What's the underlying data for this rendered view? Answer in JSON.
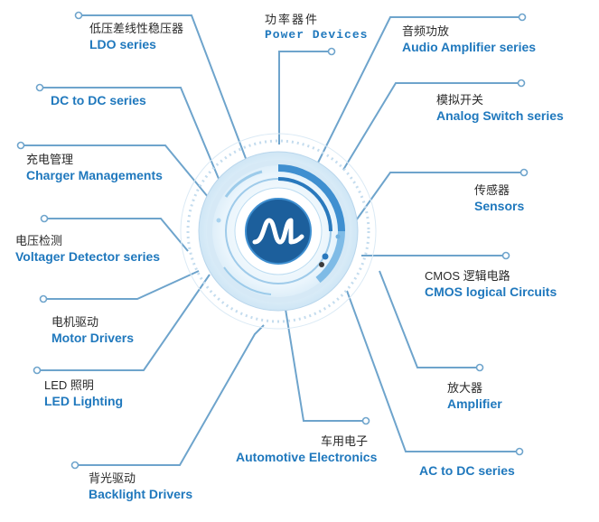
{
  "center": {
    "logo_icon": "waveform-logo-icon"
  },
  "colors": {
    "line": "#6ea4cc",
    "text_en": "#1f78bd",
    "text_cn": "#2a2a2a",
    "hub_dark": "#1c5f9c",
    "hub_light": "#a9d3ef"
  },
  "categories": [
    {
      "id": "ldo",
      "cn": "低压差线性稳压器",
      "en": "LDO series"
    },
    {
      "id": "power",
      "cn": "功率器件",
      "en": "Power Devices"
    },
    {
      "id": "audio",
      "cn": "音频功放",
      "en": "Audio Amplifier series"
    },
    {
      "id": "dcdc",
      "cn": "",
      "en": "DC to DC series"
    },
    {
      "id": "switch",
      "cn": "模拟开关",
      "en": "Analog Switch series"
    },
    {
      "id": "charger",
      "cn": "充电管理",
      "en": "Charger Managements"
    },
    {
      "id": "sensors",
      "cn": "传感器",
      "en": "Sensors"
    },
    {
      "id": "detector",
      "cn": "电压检测",
      "en": "Voltager Detector series"
    },
    {
      "id": "cmos",
      "cn": "CMOS 逻辑电路",
      "en": "CMOS logical Circuits"
    },
    {
      "id": "motor",
      "cn": "电机驱动",
      "en": "Motor Drivers"
    },
    {
      "id": "led",
      "cn": "LED 照明",
      "en": "LED Lighting"
    },
    {
      "id": "amplifier",
      "cn": "放大器",
      "en": "Amplifier"
    },
    {
      "id": "automotive",
      "cn": "车用电子",
      "en": "Automotive Electronics"
    },
    {
      "id": "acdc",
      "cn": "",
      "en": "AC to DC series"
    },
    {
      "id": "backlight",
      "cn": "背光驱动",
      "en": "Backlight Drivers"
    }
  ]
}
